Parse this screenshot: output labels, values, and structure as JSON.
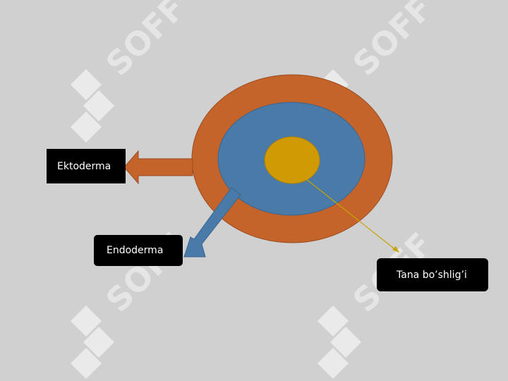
{
  "labels": {
    "ektoderma": "Ektoderma",
    "endoderma": "Endoderma",
    "tana_boshligi": "Tana bo’shlig’i"
  },
  "watermark": {
    "text": "SOFF"
  },
  "colors": {
    "background": "#d0d0d0",
    "ectoderm_ring": "#c5642a",
    "endoderm_layer": "#4a7aa8",
    "body_cavity": "#d09a05",
    "ecto_arrow": "#c5642a",
    "endo_arrow": "#4a7aa8",
    "cavity_pointer": "#c8a200",
    "label_bg": "#000000",
    "label_text": "#ffffff",
    "watermark": "#ffffff"
  }
}
